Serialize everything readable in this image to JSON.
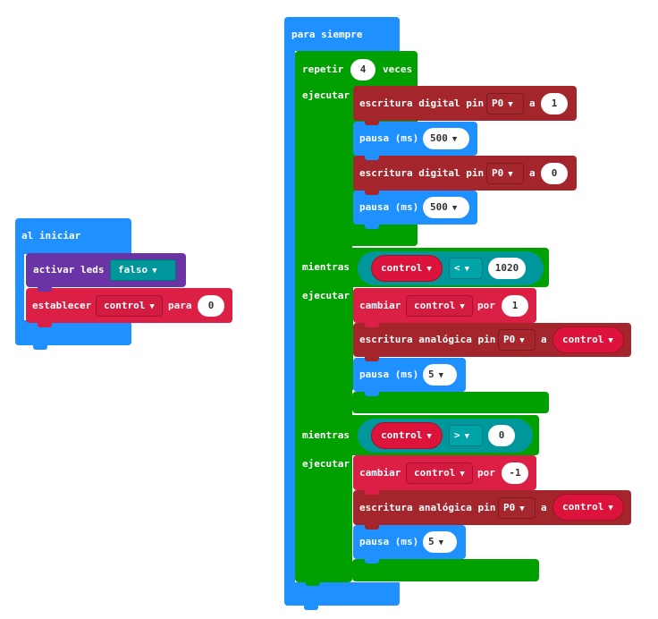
{
  "on_start": {
    "title": "al iniciar",
    "leds_label": "activar leds",
    "leds_value": "falso",
    "set_label": "establecer",
    "set_var": "control",
    "set_to_label": "para",
    "set_value": "0"
  },
  "forever": {
    "title": "para siempre",
    "repeat": {
      "label": "repetir",
      "count": "4",
      "times_label": "veces",
      "do_label": "ejecutar",
      "steps": [
        {
          "type": "digital",
          "label": "escritura digital pin",
          "pin": "P0",
          "to": "a",
          "value": "1"
        },
        {
          "type": "pause",
          "label": "pausa (ms)",
          "value": "500"
        },
        {
          "type": "digital",
          "label": "escritura digital pin",
          "pin": "P0",
          "to": "a",
          "value": "0"
        },
        {
          "type": "pause",
          "label": "pausa (ms)",
          "value": "500"
        }
      ]
    },
    "while1": {
      "label": "mientras",
      "var": "control",
      "op": "<",
      "compare": "1020",
      "do_label": "ejecutar",
      "change_label": "cambiar",
      "change_var": "control",
      "by_label": "por",
      "change_value": "1",
      "analog_label": "escritura analógica pin",
      "analog_pin": "P0",
      "analog_to": "a",
      "analog_var": "control",
      "pause_label": "pausa (ms)",
      "pause_value": "5"
    },
    "while2": {
      "label": "mientras",
      "var": "control",
      "op": ">",
      "compare": "0",
      "do_label": "ejecutar",
      "change_label": "cambiar",
      "change_var": "control",
      "by_label": "por",
      "change_value": "-1",
      "analog_label": "escritura analógica pin",
      "analog_pin": "P0",
      "analog_to": "a",
      "analog_var": "control",
      "pause_label": "pausa (ms)",
      "pause_value": "5"
    }
  },
  "icons": {
    "dropdown": "▼"
  },
  "colors": {
    "basic": "#1e90ff",
    "loops": "#00a000",
    "pins": "#a4252b",
    "variables": "#dc1f45",
    "led": "#6a34a6",
    "logic": "#00979c"
  }
}
